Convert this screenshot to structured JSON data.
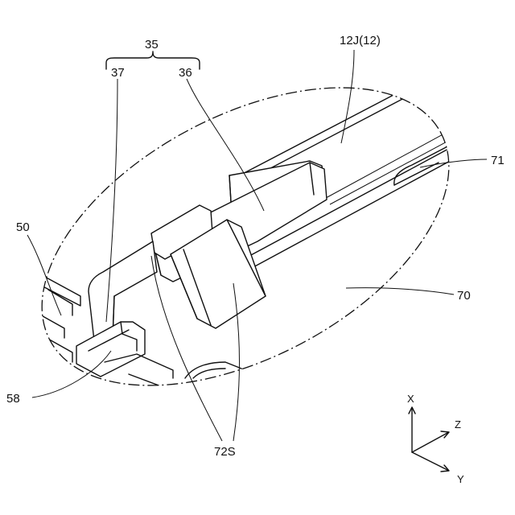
{
  "labels": {
    "l35": "35",
    "l37": "37",
    "l36": "36",
    "l12j": "12J(12)",
    "l71": "71",
    "l50": "50",
    "l70": "70",
    "l58": "58",
    "l72s": "72S"
  },
  "axes": {
    "x": "X",
    "y": "Y",
    "z": "Z"
  }
}
